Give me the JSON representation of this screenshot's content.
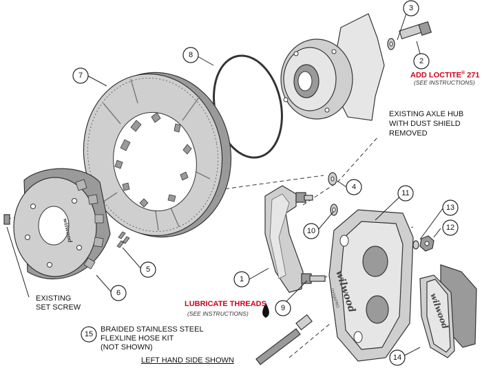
{
  "callouts": [
    "1",
    "2",
    "3",
    "4",
    "5",
    "6",
    "7",
    "8",
    "9",
    "10",
    "11",
    "12",
    "13",
    "14",
    "15"
  ],
  "labels": {
    "loctite_prefix": "ADD LOCTITE",
    "loctite_reg": "®",
    "loctite_suffix": " 271",
    "see_instructions_1": "(SEE INSTRUCTIONS)",
    "axle_hub_1": "EXISTING AXLE HUB",
    "axle_hub_2": "WITH DUST SHIELD",
    "axle_hub_3": "REMOVED",
    "lubricate": "LUBRICATE THREADS",
    "see_instructions_2": "(SEE INSTRUCTIONS)",
    "set_screw_1": "EXISTING",
    "set_screw_2": "SET SCREW",
    "flexline_1": "BRAIDED STAINLESS STEEL",
    "flexline_2": "FLEXLINE HOSE KIT",
    "flexline_3": "(NOT SHOWN)",
    "left_hand": "LEFT HAND SIDE SHOWN"
  },
  "brand": {
    "caliper_logo": "wilwood",
    "caliper_sub": "DYNAPRO",
    "pad_logo": "wilwood",
    "hat_logo": "wilwood"
  },
  "colors": {
    "accent_red": "#d0021b",
    "part_gray": "#cfcfcf"
  }
}
